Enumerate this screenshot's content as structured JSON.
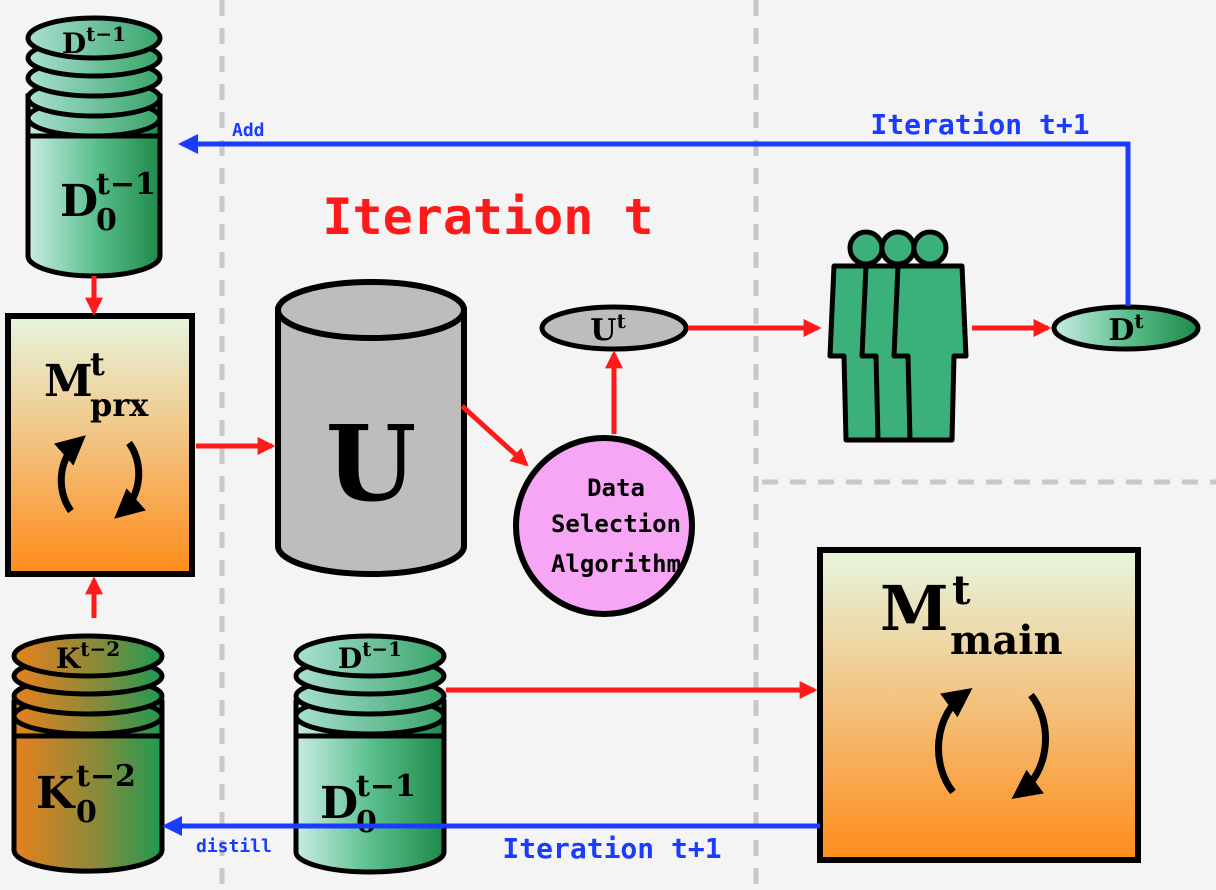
{
  "title": "Iteration t",
  "loop_labels": {
    "top": "Iteration t+1",
    "bottom": "Iteration t+1"
  },
  "edge_labels": {
    "add": "Add",
    "distill": "distill"
  },
  "stores": {
    "labeled_prev": {
      "top_base": "D",
      "top_sup": "t−1",
      "body_base": "D",
      "body_sub": "0",
      "body_sup": "t−1"
    },
    "knowledge_prev": {
      "top_base": "K",
      "top_sup": "t−2",
      "body_base": "K",
      "body_sub": "0",
      "body_sup": "t−2"
    },
    "labeled_prev_bottom": {
      "top_base": "D",
      "top_sup": "t−1",
      "body_base": "D",
      "body_sub": "0",
      "body_sup": "t−1"
    },
    "unlabeled_pool": {
      "label": "U"
    }
  },
  "models": {
    "proxy": {
      "base": "M",
      "sup": "t",
      "sub": "prx"
    },
    "main": {
      "base": "M",
      "sup": "t",
      "sub": "main"
    }
  },
  "selected_batch": {
    "base": "U",
    "sup": "t"
  },
  "new_labeled": {
    "base": "D",
    "sup": "t"
  },
  "selection": {
    "line1": "Data",
    "line2": "Selection",
    "line3": "Algorithm"
  },
  "colors": {
    "data_flow": "#ff1a1a",
    "loop": "#1a3cff",
    "annotators": "#3cb07a",
    "selection_fill": "#f7a6f5",
    "pool_fill": "#bdbdbd",
    "title": "#ff1a1a"
  }
}
